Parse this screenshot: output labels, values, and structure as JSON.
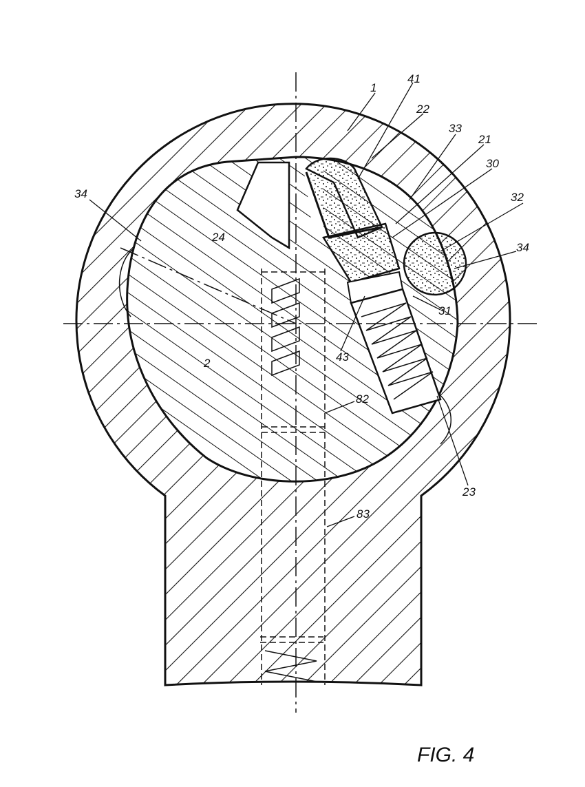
{
  "figure": {
    "caption": "FIG. 4",
    "labels": {
      "l1": "1",
      "l41": "41",
      "l22": "22",
      "l33": "33",
      "l21": "21",
      "l30": "30",
      "l32": "32",
      "l34_left": "34",
      "l34_right": "34",
      "l24": "24",
      "l2": "2",
      "l31": "31",
      "l43": "43",
      "l82": "82",
      "l23": "23",
      "l83": "83"
    }
  }
}
